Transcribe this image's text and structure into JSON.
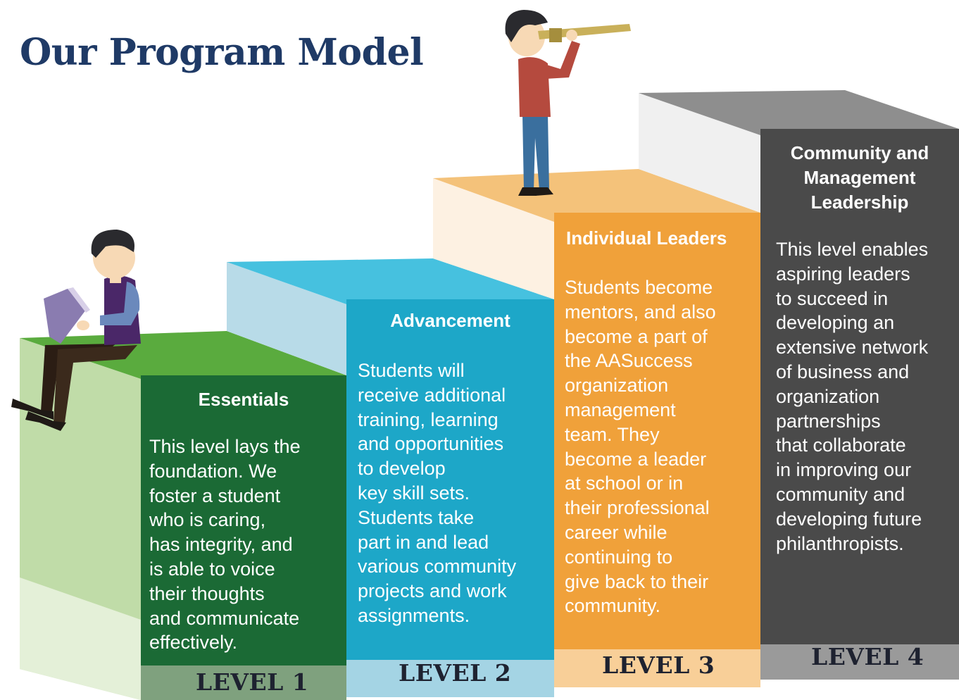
{
  "title": "Our Program Model",
  "levels": [
    {
      "label": "LEVEL 1",
      "heading": "Essentials",
      "body": "This level lays the\nfoundation. We\nfoster a student\nwho is caring,\nhas integrity, and\nis able to voice\ntheir thoughts\nand communicate\neffectively.",
      "color": "#1b6a35"
    },
    {
      "label": "LEVEL 2",
      "heading": "Advancement",
      "body": "Students will\nreceive additional\ntraining, learning\nand opportunities\nto develop\nkey skill sets.\nStudents take\npart in and lead\nvarious community\nprojects and work\nassignments.",
      "color": "#1da7c8"
    },
    {
      "label": "LEVEL 3",
      "heading": "Individual Leaders",
      "body": "Students become\nmentors, and also\nbecome a part of\nthe AASuccess\norganization\nmanagement\nteam. They\nbecome a leader\nat school or in\ntheir professional\ncareer while\ncontinuing to\ngive back to their\ncommunity.",
      "color": "#f0a13a"
    },
    {
      "label": "LEVEL 4",
      "heading": "Community and\nManagement\nLeadership",
      "body": "This level enables\naspiring leaders\nto succeed in\ndeveloping an\nextensive network\nof business and\norganization\npartnerships\nthat collaborate\nin improving our\ncommunity and\ndeveloping future\nphilanthropists.",
      "color": "#4a4a4a"
    }
  ]
}
